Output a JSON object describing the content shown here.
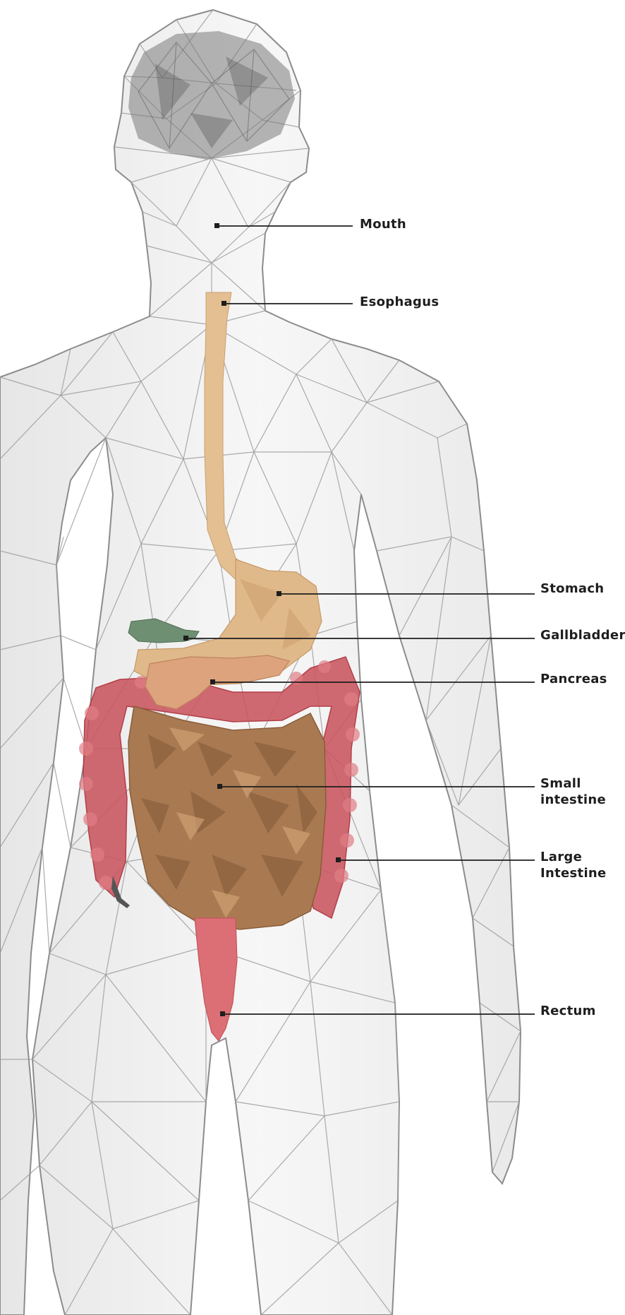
{
  "labels": {
    "mouth": "Mouth",
    "esophagus": "Esophagus",
    "stomach": "Stomach",
    "gallbladder": "Gallbladder",
    "pancreas": "Pancreas",
    "small_intestine": [
      "Small",
      "intestine"
    ],
    "large_intestine": [
      "Large",
      "Intestine"
    ],
    "rectum": "Rectum"
  },
  "colors": {
    "background": "#ffffff",
    "body_outline": "#8c8c8c",
    "body_fill": "#e9e9e9",
    "brain": "#7a7a7a",
    "esophagus": "#e3bf92",
    "stomach": "#e0b98a",
    "gallbladder": "#6f8f72",
    "pancreas": "#dca37c",
    "small_intestine": "#a97a52",
    "large_intestine": "#c9555e",
    "rectum": "#dc6f75",
    "leader_line": "#1e1e1e",
    "label_text": "#1e1e1e"
  }
}
